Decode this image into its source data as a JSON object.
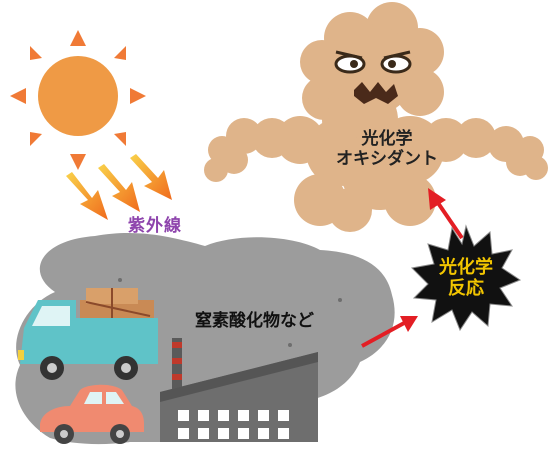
{
  "labels": {
    "uv": "紫外線",
    "oxidant_line1": "光化学",
    "oxidant_line2": "オキシダント",
    "precursors": "窒素酸化物など",
    "reaction_line1": "光化学",
    "reaction_line2": "反応"
  },
  "icons": [
    "sun-icon",
    "uv-ray-icon",
    "oxidant-monster-icon",
    "smoke-cloud-icon",
    "truck-icon",
    "car-icon",
    "factory-icon",
    "reaction-burst-icon",
    "red-arrow-icon"
  ],
  "colors": {
    "sun": "#ef9a45",
    "sun_rays": "#f07a36",
    "uv_arrow": "#f06a1c",
    "uv_text": "#8e44ad",
    "monster": "#dfb48a",
    "smoke": "#8e8e8e",
    "truck": "#5fc3c8",
    "car": "#f08a70",
    "factory": "#707070",
    "arrow_red": "#e31e24",
    "reaction_fill": "#111111",
    "reaction_text": "#f2c500"
  }
}
